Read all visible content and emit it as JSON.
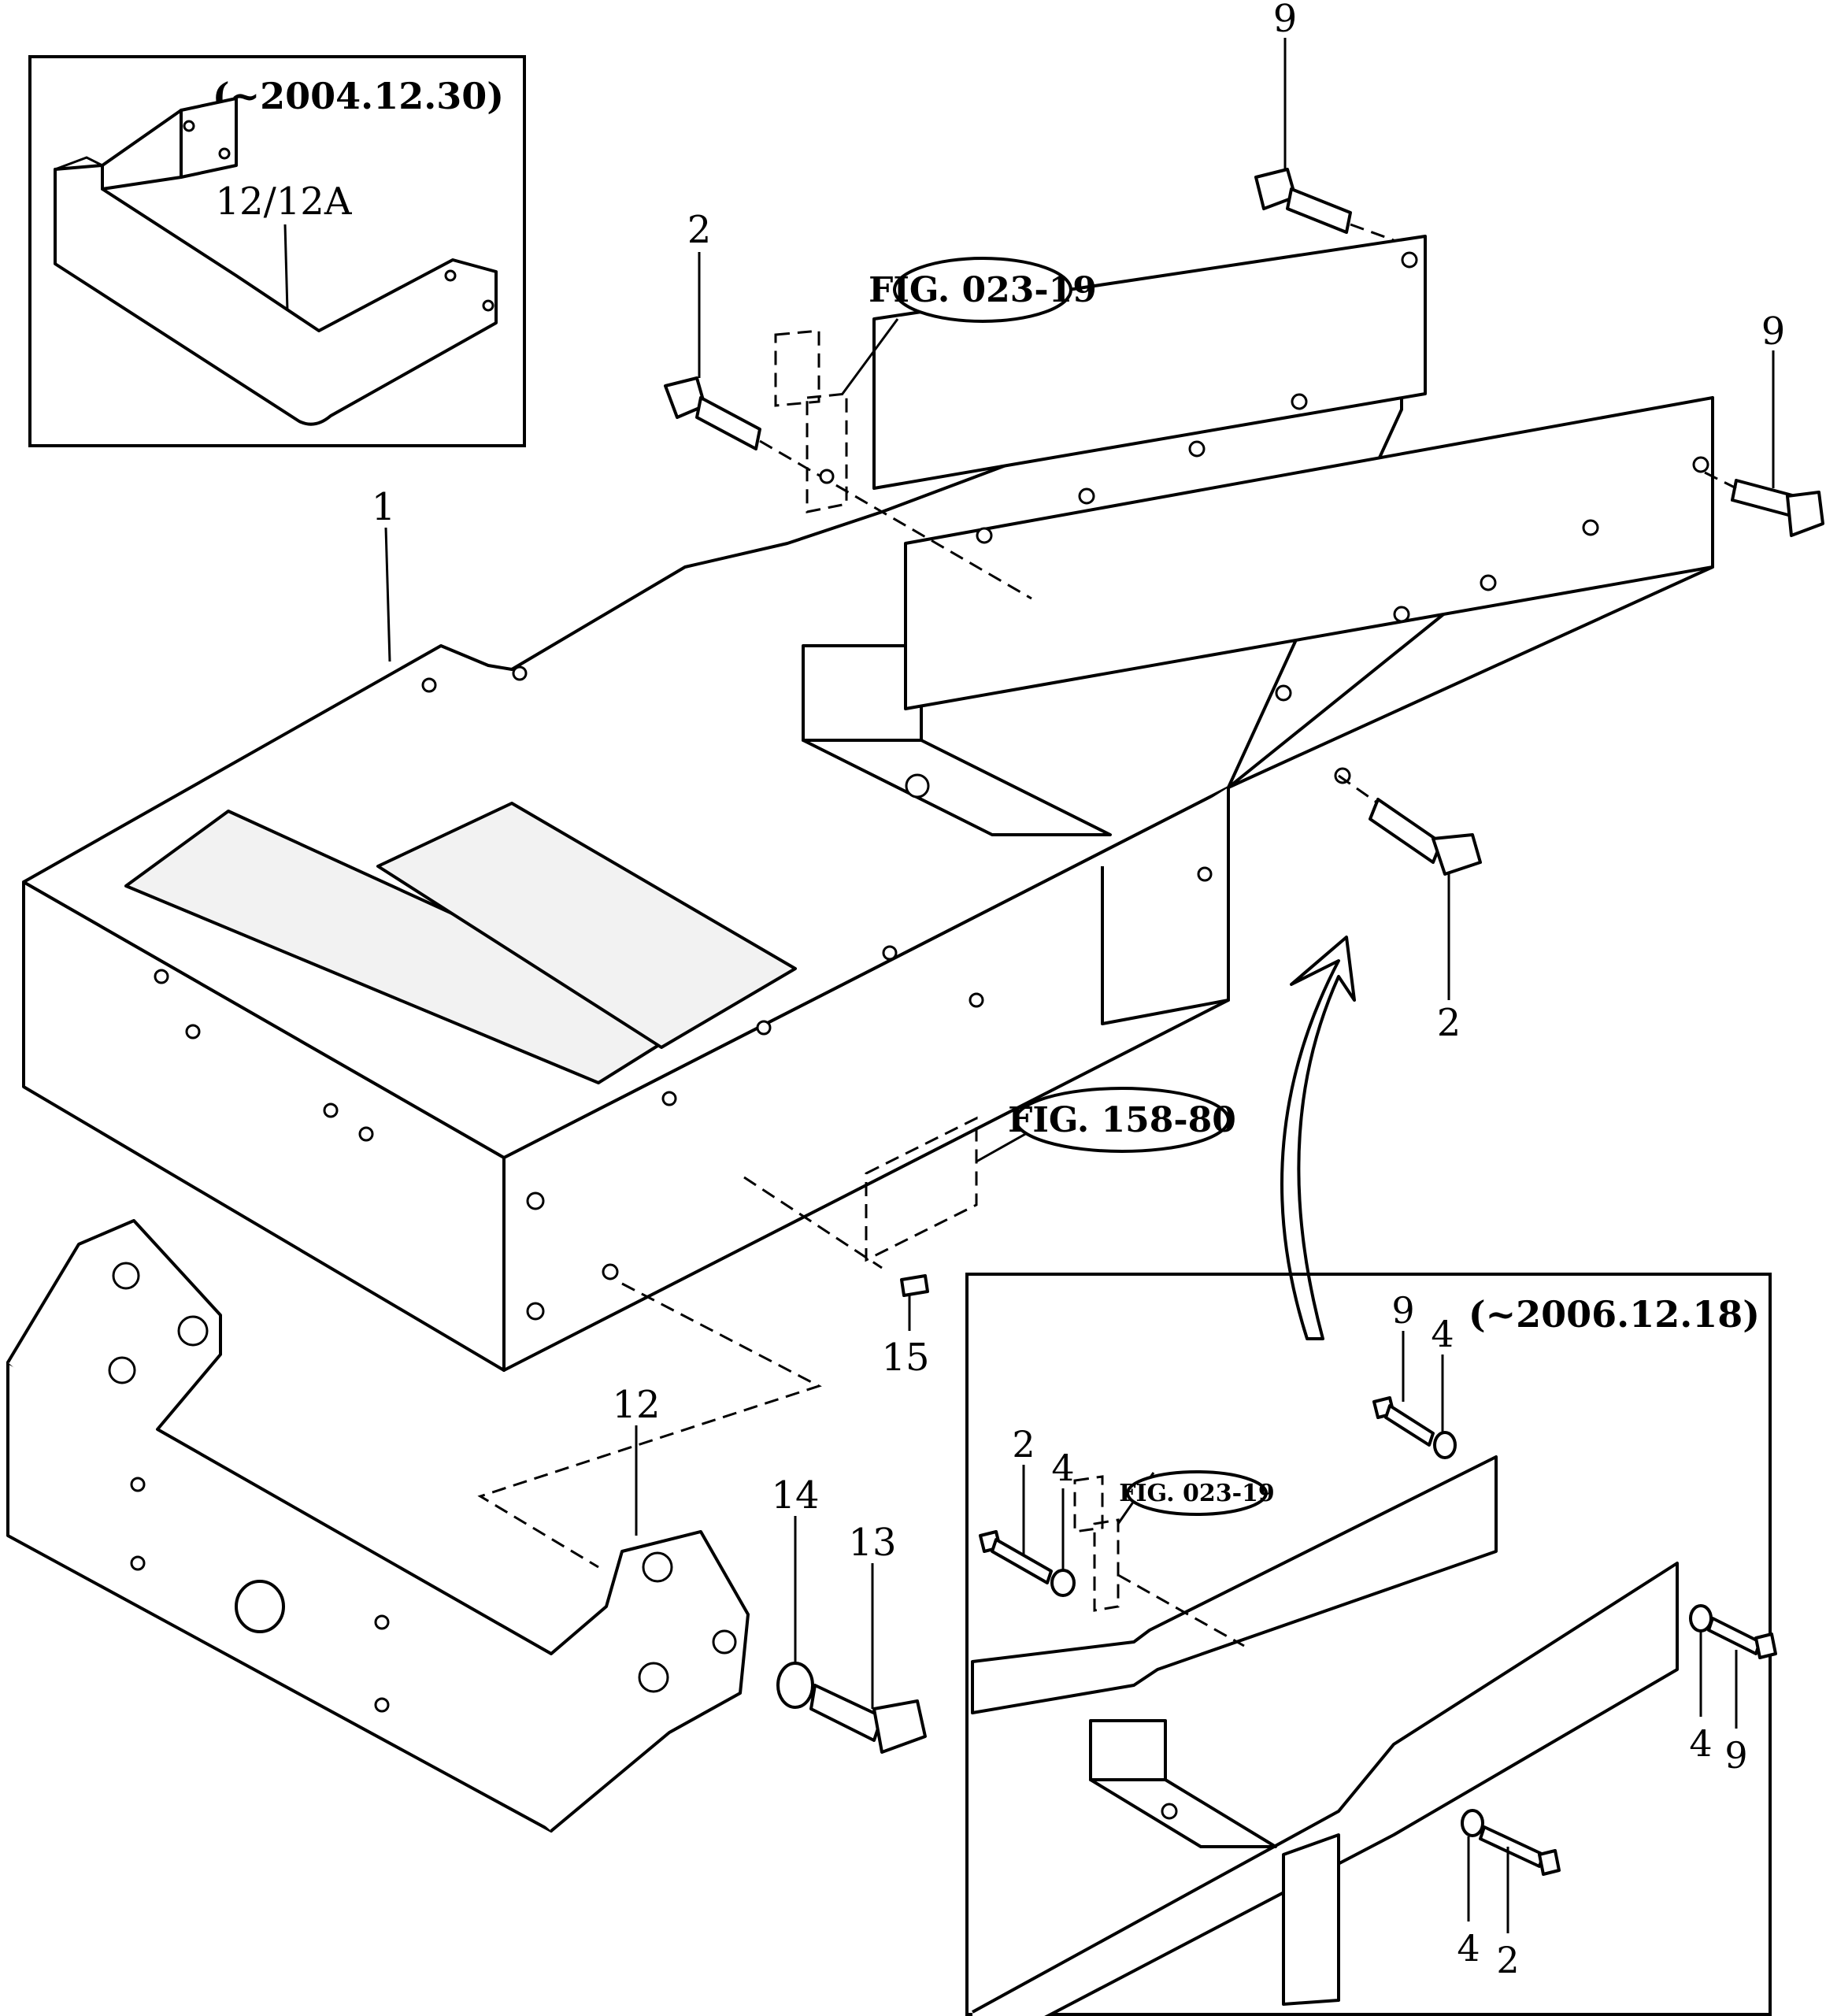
{
  "inset_top": {
    "date_label": "(~2004.12.30)",
    "part_label": "12/12A"
  },
  "inset_bottom": {
    "date_label": "(~2006.12.18)",
    "figure_ref": "FIG. 023-19",
    "callouts": {
      "c9a": "9",
      "c4a": "4",
      "c2a": "2",
      "c4b": "4",
      "c4c": "4",
      "c9b": "9",
      "c4d": "4",
      "c2b": "2"
    }
  },
  "main": {
    "figure_ref_top": "FIG. 023-19",
    "figure_ref_plate": "FIG. 158-80",
    "callouts": {
      "frame": "1",
      "bolt_top_left": "2",
      "bolt_top_right": "9",
      "bolt_right": "9",
      "bolt_lower_right": "2",
      "front_support": "12",
      "washer": "14",
      "bolt_support": "13",
      "plate_screw": "15"
    }
  }
}
